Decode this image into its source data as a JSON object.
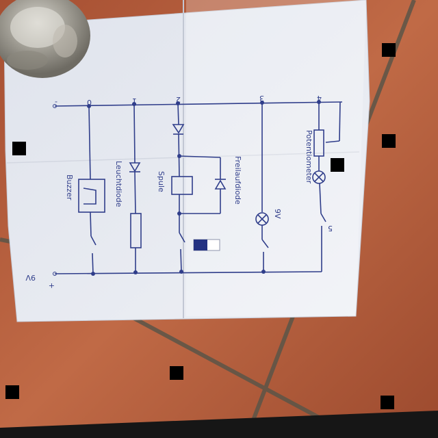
{
  "photo": {
    "subject": "hand-drawn-circuit-on-paper",
    "colors": {
      "tile": "#b4593a",
      "tile_dark": "#8f3f27",
      "grout": "#5d5a4c",
      "paper": "#e9ecf3",
      "ink": "#2f3d8a"
    }
  },
  "sheet": {
    "labels": {
      "voltage": "9V",
      "lamp": "9V",
      "buzzer": "Buzzer",
      "led": "Leuchtdiode",
      "relay": "Spule",
      "diode": "Freilaufdiode",
      "pot": "Potentiometer"
    },
    "terminals": {
      "minus": "-",
      "plus": "+",
      "t1": "0",
      "t2": "1",
      "t3": "2",
      "t4": "3",
      "t5": "4",
      "t6": "5"
    }
  },
  "markers": [
    {
      "id": "marker-1"
    },
    {
      "id": "marker-2"
    },
    {
      "id": "marker-3"
    },
    {
      "id": "marker-4"
    },
    {
      "id": "marker-5"
    },
    {
      "id": "marker-6"
    },
    {
      "id": "marker-7"
    },
    {
      "id": "marker-8"
    }
  ]
}
